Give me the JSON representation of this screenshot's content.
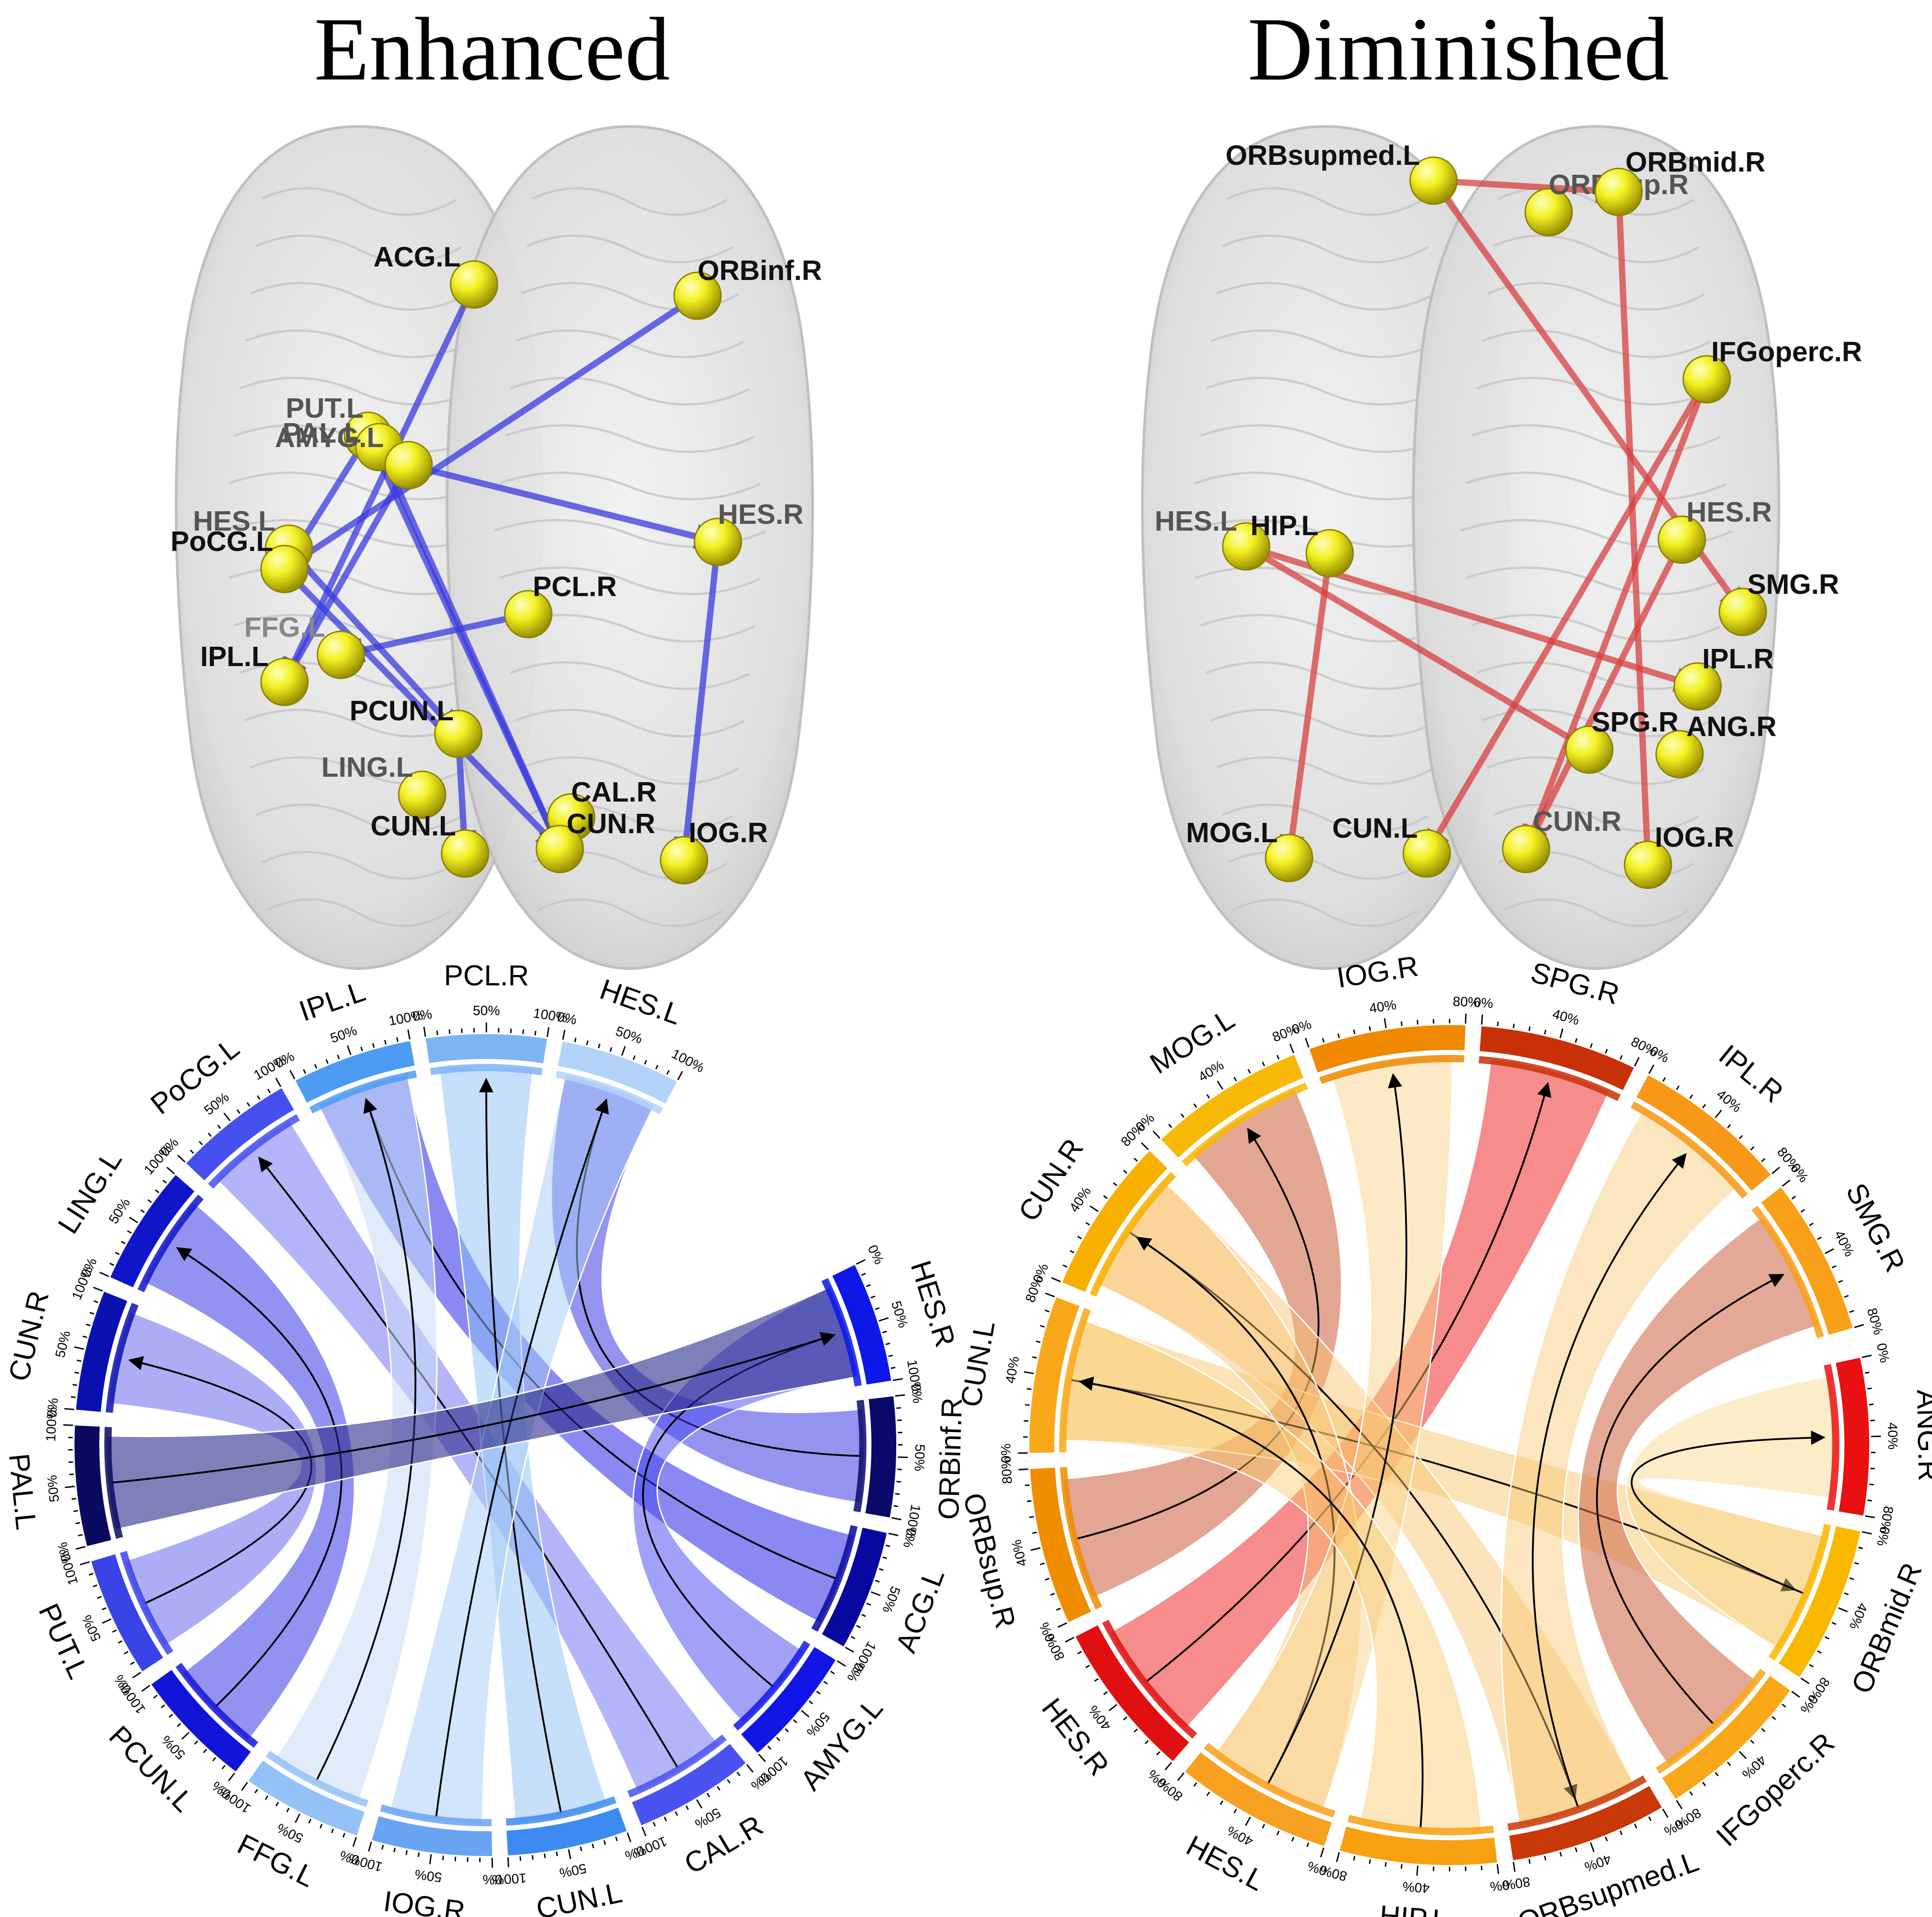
{
  "titles": {
    "enhanced": "Enhanced",
    "diminished": "Diminished"
  },
  "enhanced": {
    "brain_nodes": [
      {
        "id": "ACG.L",
        "label": "ACG.L"
      },
      {
        "id": "ORBinf.R",
        "label": "ORBinf.R"
      },
      {
        "id": "PUT.L",
        "label": "PUT.L"
      },
      {
        "id": "PAL.L",
        "label": "PAL.L"
      },
      {
        "id": "AMYG.L",
        "label": "AMYG.L"
      },
      {
        "id": "HES.L",
        "label": "HES.L"
      },
      {
        "id": "PoCG.L",
        "label": "PoCG.L"
      },
      {
        "id": "HES.R",
        "label": "HES.R"
      },
      {
        "id": "PCL.R",
        "label": "PCL.R"
      },
      {
        "id": "FFG.L",
        "label": "FFG.L"
      },
      {
        "id": "IPL.L",
        "label": "IPL.L"
      },
      {
        "id": "PCUN.L",
        "label": "PCUN.L"
      },
      {
        "id": "LING.L",
        "label": "LING.L"
      },
      {
        "id": "CAL.R",
        "label": "CAL.R"
      },
      {
        "id": "CUN.L",
        "label": "CUN.L"
      },
      {
        "id": "CUN.R",
        "label": "CUN.R"
      },
      {
        "id": "IOG.R",
        "label": "IOG.R"
      }
    ],
    "brain_edges": [
      [
        "ACG.L",
        "IPL.L"
      ],
      [
        "ORBinf.R",
        "PoCG.L"
      ],
      [
        "PUT.L",
        "PoCG.L"
      ],
      [
        "PUT.L",
        "CUN.R"
      ],
      [
        "AMYG.L",
        "HES.R"
      ],
      [
        "AMYG.L",
        "IPL.L"
      ],
      [
        "HES.L",
        "PCUN.L"
      ],
      [
        "PoCG.L",
        "CUN.R"
      ],
      [
        "PCL.R",
        "FFG.L"
      ],
      [
        "HES.R",
        "IOG.R"
      ],
      [
        "PCUN.L",
        "CUN.L"
      ],
      [
        "PAL.L",
        "CUN.R"
      ]
    ],
    "chord": {
      "segments": [
        {
          "label": "HES.R",
          "color": "#0b18e8"
        },
        {
          "label": "ORBinf.R",
          "color": "#0a0a6a"
        },
        {
          "label": "ACG.L",
          "color": "#0808a0"
        },
        {
          "label": "AMYG.L",
          "color": "#1116e6"
        },
        {
          "label": "CAL.R",
          "color": "#4a52f0"
        },
        {
          "label": "CUN.L",
          "color": "#3d8bf0"
        },
        {
          "label": "IOG.R",
          "color": "#68a4f2"
        },
        {
          "label": "FFG.L",
          "color": "#94c2f6"
        },
        {
          "label": "PCUN.L",
          "color": "#1215d8"
        },
        {
          "label": "PUT.L",
          "color": "#3844e6"
        },
        {
          "label": "PAL.L",
          "color": "#0a0b60"
        },
        {
          "label": "CUN.R",
          "color": "#0b11b0"
        },
        {
          "label": "LING.L",
          "color": "#0f15c8"
        },
        {
          "label": "PoCG.L",
          "color": "#4550ee"
        },
        {
          "label": "IPL.L",
          "color": "#4b9cf2"
        },
        {
          "label": "PCL.R",
          "color": "#7db4f4"
        },
        {
          "label": "HES.L",
          "color": "#b3d4f8"
        }
      ],
      "ticks": [
        "0%",
        "50%",
        "100%"
      ],
      "links": [
        {
          "from": "ORBinf.R",
          "to": "HES.L",
          "color": "#5a5ae8",
          "alpha": 0.65
        },
        {
          "from": "ACG.L",
          "to": "IPL.L",
          "color": "#3a3ae8",
          "alpha": 0.6
        },
        {
          "from": "AMYG.L",
          "to": "HES.R",
          "color": "#4444f0",
          "alpha": 0.5
        },
        {
          "from": "CAL.R",
          "to": "PoCG.L",
          "color": "#7777f2",
          "alpha": 0.55
        },
        {
          "from": "CUN.L",
          "to": "PCL.R",
          "color": "#8ec0f6",
          "alpha": 0.5
        },
        {
          "from": "IOG.R",
          "to": "HES.L",
          "color": "#a8ccf6",
          "alpha": 0.5
        },
        {
          "from": "FFG.L",
          "to": "IPL.L",
          "color": "#c8dcf8",
          "alpha": 0.55
        },
        {
          "from": "PCUN.L",
          "to": "LING.L",
          "color": "#4a4ae8",
          "alpha": 0.6
        },
        {
          "from": "PUT.L",
          "to": "CUN.R",
          "color": "#6a6aee",
          "alpha": 0.55
        },
        {
          "from": "PAL.L",
          "to": "HES.R",
          "color": "#2a2a8a",
          "alpha": 0.6
        }
      ]
    }
  },
  "diminished": {
    "brain_nodes": [
      {
        "id": "ORBsupmed.L",
        "label": "ORBsupmed.L"
      },
      {
        "id": "ORBsup.R",
        "label": "ORBsup.R"
      },
      {
        "id": "ORBmid.R",
        "label": "ORBmid.R"
      },
      {
        "id": "IFGoperc.R",
        "label": "IFGoperc.R"
      },
      {
        "id": "HES.L",
        "label": "HES.L"
      },
      {
        "id": "HIP.L",
        "label": "HIP.L"
      },
      {
        "id": "HES.R",
        "label": "HES.R"
      },
      {
        "id": "SMG.R",
        "label": "SMG.R"
      },
      {
        "id": "IPL.R",
        "label": "IPL.R"
      },
      {
        "id": "SPG.R",
        "label": "SPG.R"
      },
      {
        "id": "ANG.R",
        "label": "ANG.R"
      },
      {
        "id": "MOG.L",
        "label": "MOG.L"
      },
      {
        "id": "CUN.L",
        "label": "CUN.L"
      },
      {
        "id": "CUN.R",
        "label": "CUN.R"
      },
      {
        "id": "IOG.R",
        "label": "IOG.R"
      }
    ],
    "brain_edges": [
      [
        "ORBsupmed.L",
        "ORBmid.R"
      ],
      [
        "ORBsupmed.L",
        "SMG.R"
      ],
      [
        "ORBmid.R",
        "IOG.R"
      ],
      [
        "IFGoperc.R",
        "CUN.R"
      ],
      [
        "IFGoperc.R",
        "CUN.L"
      ],
      [
        "HES.L",
        "IPL.R"
      ],
      [
        "HES.L",
        "SPG.R"
      ],
      [
        "HIP.L",
        "MOG.L"
      ],
      [
        "HES.R",
        "CUN.R"
      ]
    ],
    "chord": {
      "segments": [
        {
          "label": "ANG.R",
          "color": "#e81010"
        },
        {
          "label": "ORBmid.R",
          "color": "#f8b800"
        },
        {
          "label": "IFGoperc.R",
          "color": "#f8a818"
        },
        {
          "label": "ORBsupmed.L",
          "color": "#c83808"
        },
        {
          "label": "HIP.L",
          "color": "#f8a010"
        },
        {
          "label": "HES.L",
          "color": "#f8a020"
        },
        {
          "label": "HES.R",
          "color": "#e01010"
        },
        {
          "label": "ORBsup.R",
          "color": "#f08c00"
        },
        {
          "label": "CUN.L",
          "color": "#f8a818"
        },
        {
          "label": "CUN.R",
          "color": "#f8b000"
        },
        {
          "label": "MOG.L",
          "color": "#f8b808"
        },
        {
          "label": "IOG.R",
          "color": "#f08800"
        },
        {
          "label": "SPG.R",
          "color": "#c83008"
        },
        {
          "label": "IPL.R",
          "color": "#f89818"
        },
        {
          "label": "SMG.R",
          "color": "#f8a018"
        }
      ],
      "ticks": [
        "0%",
        "40%",
        "80%"
      ],
      "links": [
        {
          "from": "HES.R",
          "to": "SPG.R",
          "color": "#f04040",
          "alpha": 0.6
        },
        {
          "from": "ORBsup.R",
          "to": "MOG.L",
          "color": "#d06a4a",
          "alpha": 0.6
        },
        {
          "from": "CUN.L",
          "to": "ORBmid.R",
          "color": "#f8c060",
          "alpha": 0.45
        },
        {
          "from": "CUN.R",
          "to": "ORBsupmed.L",
          "color": "#f8c068",
          "alpha": 0.45
        },
        {
          "from": "HES.L",
          "to": "CUN.R",
          "color": "#f8c070",
          "alpha": 0.45
        },
        {
          "from": "HES.L",
          "to": "IOG.R",
          "color": "#f8d080",
          "alpha": 0.45
        },
        {
          "from": "HIP.L",
          "to": "CUN.L",
          "color": "#f8c868",
          "alpha": 0.45
        },
        {
          "from": "IFGoperc.R",
          "to": "SMG.R",
          "color": "#d07050",
          "alpha": 0.6
        },
        {
          "from": "ORBsupmed.L",
          "to": "IPL.R",
          "color": "#f8c870",
          "alpha": 0.45
        },
        {
          "from": "ORBmid.R",
          "to": "ANG.R",
          "color": "#f8d888",
          "alpha": 0.45
        }
      ]
    }
  }
}
